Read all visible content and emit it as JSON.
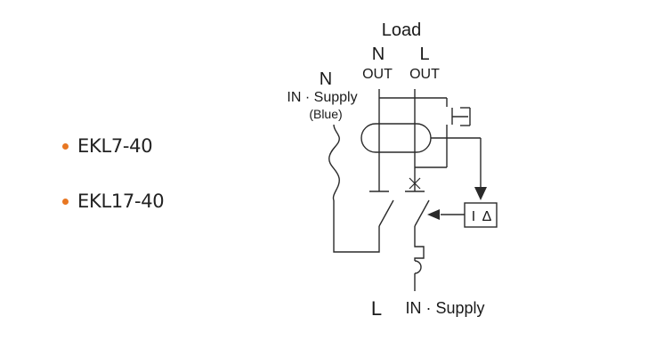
{
  "models": {
    "bullet_color": "#e87722",
    "items": [
      {
        "label": "EKL7-40"
      },
      {
        "label": "EKL17-40"
      }
    ]
  },
  "diagram": {
    "load_label": "Load",
    "n_out": {
      "letter": "N",
      "sub": "OUT"
    },
    "l_out": {
      "letter": "L",
      "sub": "OUT"
    },
    "n_in": {
      "letter": "N",
      "sub": "IN · Supply",
      "note": "(Blue)"
    },
    "l_in": {
      "letter": "L",
      "sub": "IN · Supply"
    },
    "relay_box": {
      "left": "I",
      "right": "Δ"
    },
    "line_color": "#2a2a2a"
  }
}
